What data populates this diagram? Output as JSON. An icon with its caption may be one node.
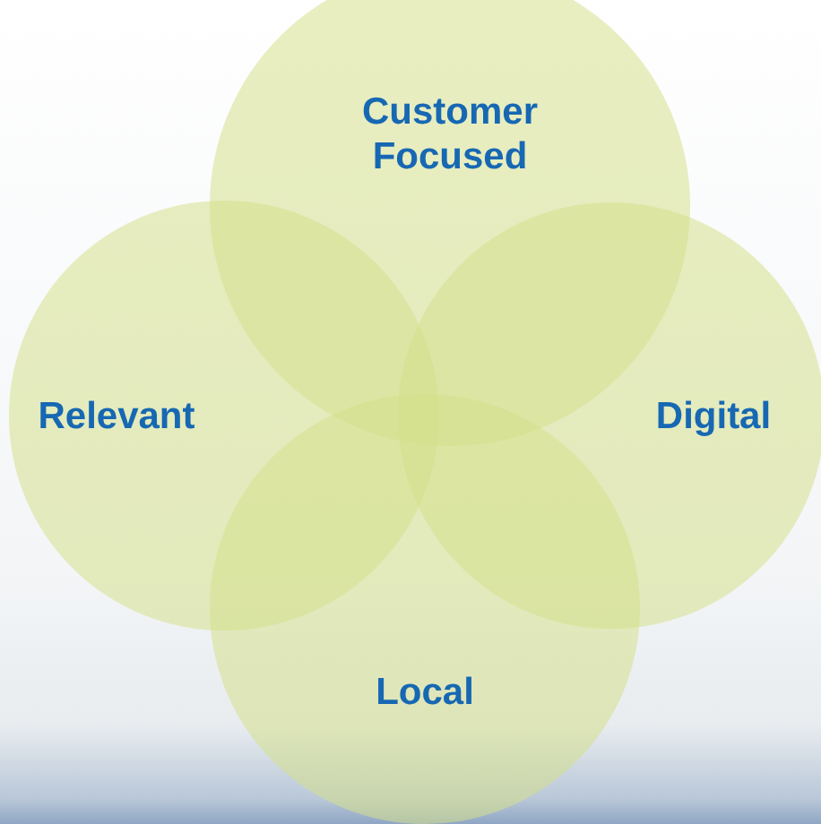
{
  "diagram": {
    "nodes": [
      {
        "text": [
          "Customer Focused"
        ]
      },
      {
        "text": [
          "Relevant"
        ]
      },
      {
        "text": [
          "Digital"
        ]
      },
      {
        "text": [
          "Local"
        ]
      }
    ]
  }
}
